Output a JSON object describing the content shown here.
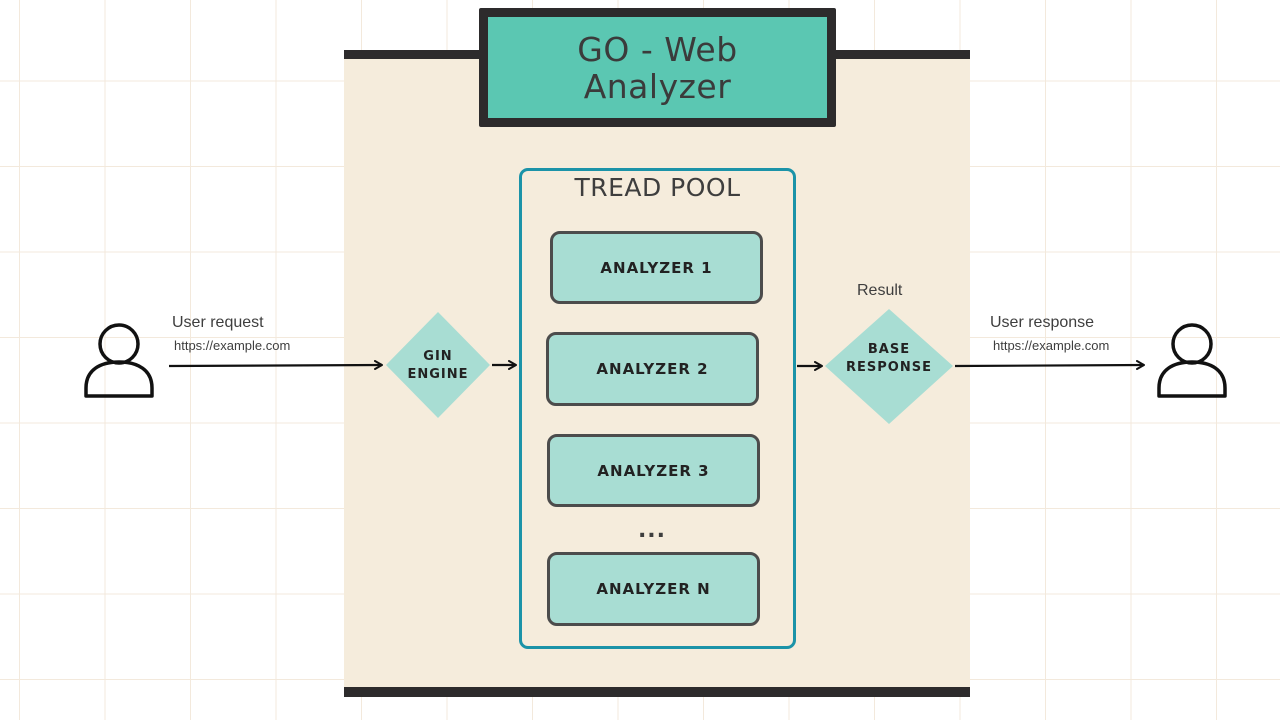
{
  "title": {
    "line1": "GO - Web",
    "line2": "Analyzer"
  },
  "pool": {
    "title": "TREAD POOL",
    "analyzers": [
      "ANALYZER 1",
      "ANALYZER 2",
      "ANALYZER 3",
      "ANALYZER N"
    ],
    "ellipsis": "..."
  },
  "gin": {
    "line1": "GIN",
    "line2": "ENGINE"
  },
  "base_response": {
    "line1": "BASE",
    "line2": "RESPONSE",
    "label": "Result"
  },
  "request": {
    "title": "User request",
    "url": "https://example.com"
  },
  "response": {
    "title": "User response",
    "url": "https://example.com"
  },
  "icons": {
    "user": "user-icon"
  },
  "colors": {
    "title_fill": "#5bc7b2",
    "panel_fill": "#f5ecdc",
    "analyzer_fill": "#a8ddd3",
    "pool_border": "#1b93a8",
    "bar_dark": "#2d2b2c"
  }
}
